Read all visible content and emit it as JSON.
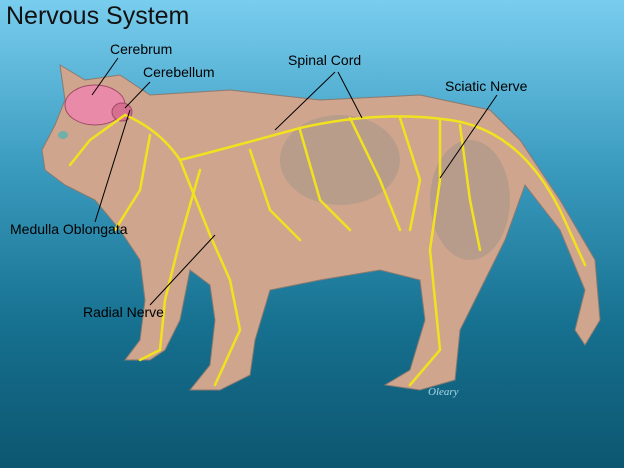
{
  "title": "Nervous System",
  "labels": {
    "cerebrum": "Cerebrum",
    "cerebellum": "Cerebellum",
    "spinal_cord": "Spinal Cord",
    "sciatic_nerve": "Sciatic Nerve",
    "medulla_oblongata": "Medulla Oblongata",
    "radial_nerve": "Radial Nerve"
  },
  "signature": "Oleary",
  "colors": {
    "nerve": "#f2e21e",
    "brain": "#e88aa8",
    "fur": "#d6a98a"
  }
}
